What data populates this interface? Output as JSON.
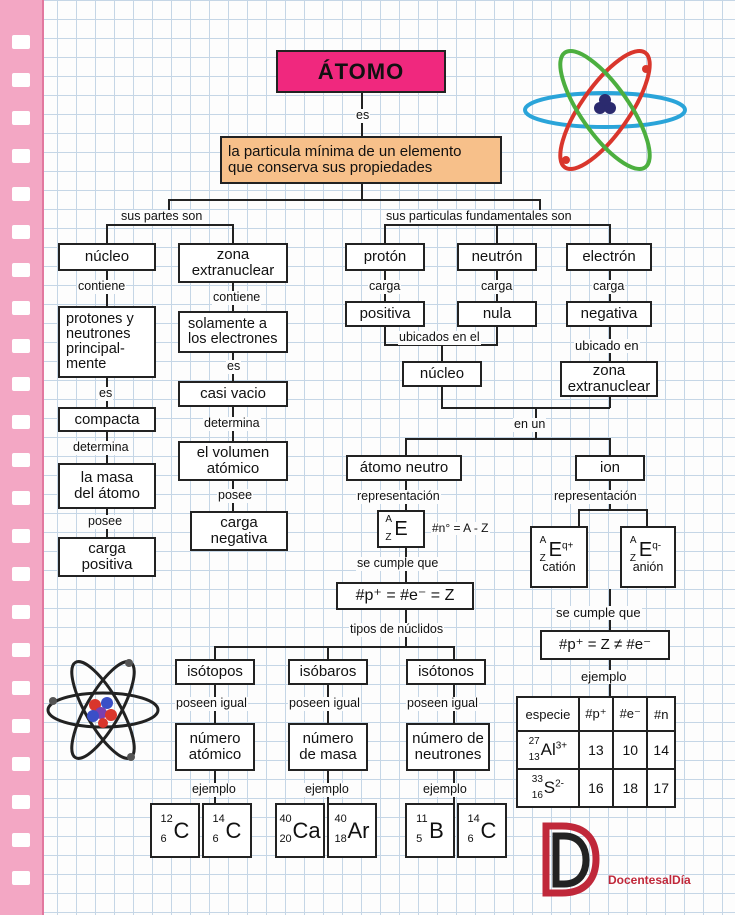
{
  "title": "ÁTOMO",
  "es_link": "es",
  "definition_line1": "la particula mínima de un elemento",
  "definition_line2": "que conserva sus propiedades",
  "parts_label": "sus partes son",
  "particles_label": "sus particulas fundamentales son",
  "nucleo": {
    "name": "núcleo",
    "contiene": "contiene",
    "contents_l1": "protones y",
    "contents_l2": "neutrones",
    "contents_l3": "principal-",
    "contents_l4": "mente",
    "es": "es",
    "compacta": "compacta",
    "determina": "determina",
    "masa_l1": "la masa",
    "masa_l2": "del átomo",
    "posee": "posee",
    "carga_l1": "carga",
    "carga_l2": "positiva"
  },
  "zona": {
    "name_l1": "zona",
    "name_l2": "extranuclear",
    "contiene": "contiene",
    "contents_l1": "solamente a",
    "contents_l2": "los electrones",
    "es": "es",
    "vacio": "casi vacio",
    "determina": "determina",
    "volumen_l1": "el volumen",
    "volumen_l2": "atómico",
    "posee": "posee",
    "carga_l1": "carga",
    "carga_l2": "negativa"
  },
  "proton": {
    "name": "protón",
    "carga": "carga",
    "value": "positiva"
  },
  "neutron": {
    "name": "neutrón",
    "carga": "carga",
    "value": "nula"
  },
  "electron": {
    "name": "electrón",
    "carga": "carga",
    "value": "negativa",
    "ubicado": "ubicado en",
    "zona_l1": "zona",
    "zona_l2": "extranuclear"
  },
  "ubicados_label": "ubicados en el",
  "nucleo_box": "núcleo",
  "en_un": "en un",
  "neutral": {
    "name": "átomo neutro",
    "representacion": "representación",
    "formula": "#n° = A - Z",
    "sym_A": "A",
    "sym_Z": "Z",
    "sym_E": "E",
    "cumple": "se cumple que",
    "equation": "#p⁺ = #e⁻ = Z",
    "tipos": "tipos de núclidos"
  },
  "ion": {
    "name": "ion",
    "representacion": "representación",
    "cation_charge": "q+",
    "anion_charge": "q-",
    "cation": "catión",
    "anion": "anión",
    "cumple": "se cumple que",
    "equation": "#p⁺ = Z ≠ #e⁻",
    "ejemplo": "ejemplo"
  },
  "nuclide_types": [
    {
      "name": "isótopos",
      "posee": "poseen igual",
      "prop_l1": "número",
      "prop_l2": "atómico",
      "ejemplo": "ejemplo",
      "ex": [
        {
          "A": "12",
          "Z": "6",
          "E": "C"
        },
        {
          "A": "14",
          "Z": "6",
          "E": "C"
        }
      ]
    },
    {
      "name": "isóbaros",
      "posee": "poseen igual",
      "prop_l1": "número",
      "prop_l2": "de masa",
      "ejemplo": "ejemplo",
      "ex": [
        {
          "A": "40",
          "Z": "20",
          "E": "Ca"
        },
        {
          "A": "40",
          "Z": "18",
          "E": "Ar"
        }
      ]
    },
    {
      "name": "isótonos",
      "posee": "poseen igual",
      "prop_l1": "número de",
      "prop_l2": "neutrones",
      "ejemplo": "ejemplo",
      "ex": [
        {
          "A": "11",
          "Z": "5",
          "E": "B"
        },
        {
          "A": "14",
          "Z": "6",
          "E": "C"
        }
      ]
    }
  ],
  "ion_table": {
    "headers": [
      "especie",
      "#p⁺",
      "#e⁻",
      "#n"
    ],
    "rows": [
      {
        "A": "27",
        "Z": "13",
        "E": "Al",
        "q": "3+",
        "p": "13",
        "e": "10",
        "n": "14"
      },
      {
        "A": "33",
        "Z": "16",
        "E": "S",
        "q": "2-",
        "p": "16",
        "e": "18",
        "n": "17"
      }
    ]
  },
  "brand": "DocentesalDía",
  "colors": {
    "title_bg": "#f0287e",
    "def_bg": "#f7c08a",
    "strip": "#f3a7c4",
    "brand": "#c0283a"
  }
}
